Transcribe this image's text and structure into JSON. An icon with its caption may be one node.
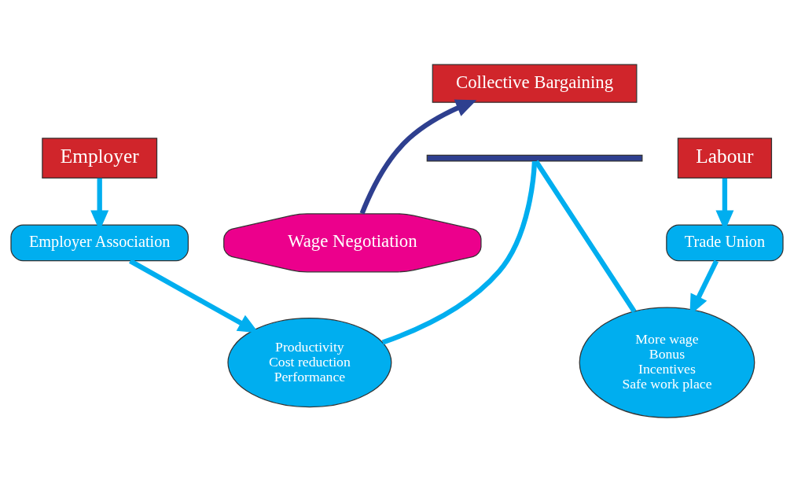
{
  "diagram": {
    "nodes": [
      {
        "text": [
          "Collective Bargaining"
        ]
      },
      {
        "text": [
          "Labour"
        ]
      },
      {
        "text": [],
        "shape": "bar"
      },
      {
        "text": [
          "Employer"
        ]
      },
      {
        "text": [
          "Wage Negotiation"
        ]
      },
      {
        "text": [
          "Trade Union"
        ]
      },
      {
        "text": [
          "Employer Association"
        ]
      },
      {
        "text": [
          "More wage",
          "Bonus",
          "Incentives",
          "Safe work place"
        ]
      },
      {
        "text": [
          "Productivity",
          "Cost reduction",
          "Performance"
        ]
      }
    ],
    "edges": [
      {
        "from": 4,
        "to": 0,
        "arrow": "to",
        "color": "#2e3f8f"
      },
      {
        "from": 1,
        "to": 5,
        "arrow": "to"
      },
      {
        "from": 3,
        "to": 6,
        "arrow": "to"
      },
      {
        "from": 5,
        "to": 7,
        "arrow": "to"
      },
      {
        "from": 6,
        "to": 8,
        "arrow": "to"
      },
      {
        "from": 7,
        "to": 2,
        "arrow": "none"
      },
      {
        "from": 8,
        "to": 2,
        "arrow": "none"
      }
    ]
  }
}
